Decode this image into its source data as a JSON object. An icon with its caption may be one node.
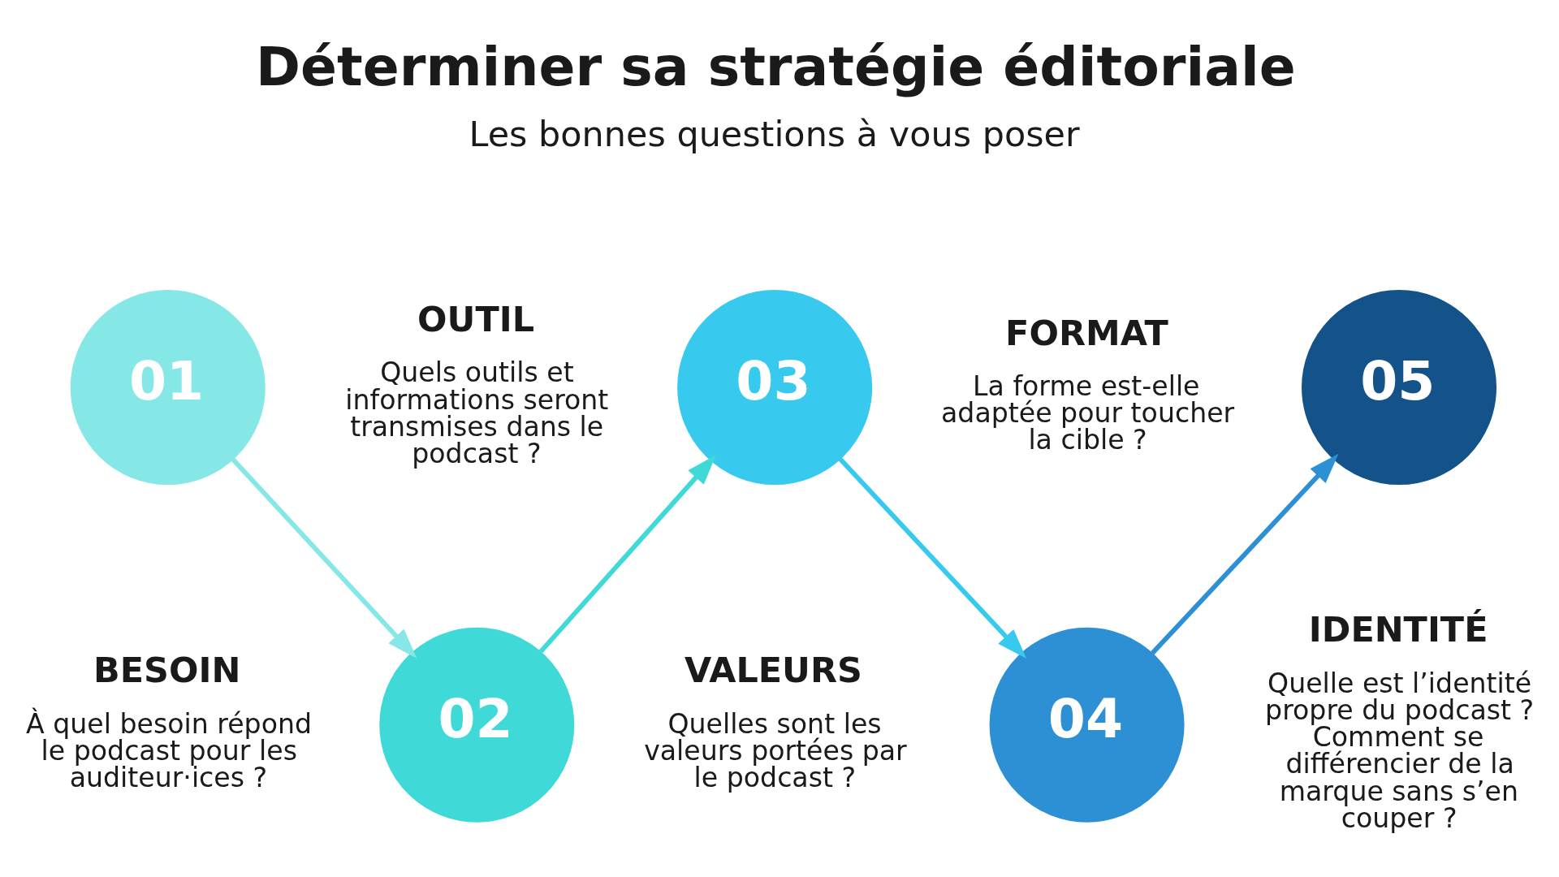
{
  "diagram": {
    "title": "Déterminer sa stratégie éditoriale",
    "nodes": [
      {
        "text": [
          "01"
        ],
        "beside": [
          "BESOIN",
          "À quel besoin répond le podcast pour les auditeur·ices ?"
        ]
      },
      {
        "text": [
          "02"
        ],
        "beside": [
          "OUTIL",
          "Quels outils et informations seront transmises dans le podcast ?"
        ]
      },
      {
        "text": [
          "03"
        ],
        "beside": [
          "VALEURS",
          "Quelles sont les valeurs portées par le podcast ?"
        ]
      },
      {
        "text": [
          "04"
        ],
        "beside": [
          "FORMAT",
          "La forme est-elle adaptée pour toucher la cible ?"
        ]
      },
      {
        "text": [
          "05"
        ],
        "beside": [
          "IDENTITÉ",
          "Quelle est l’identité propre du podcast ? Comment se différencier de la marque sans s’en couper ?"
        ]
      }
    ],
    "edges": [
      {
        "from": 0,
        "to": 1,
        "arrow": "to",
        "color": "#86e8e6"
      },
      {
        "from": 1,
        "to": 2,
        "arrow": "to",
        "color": "#3fd9d7"
      },
      {
        "from": 2,
        "to": 3,
        "arrow": "to",
        "color": "#38c9ef"
      },
      {
        "from": 3,
        "to": 4,
        "arrow": "to",
        "color": "#2d90d5"
      }
    ],
    "labels": [
      "Les bonnes questions à vous poser"
    ]
  }
}
